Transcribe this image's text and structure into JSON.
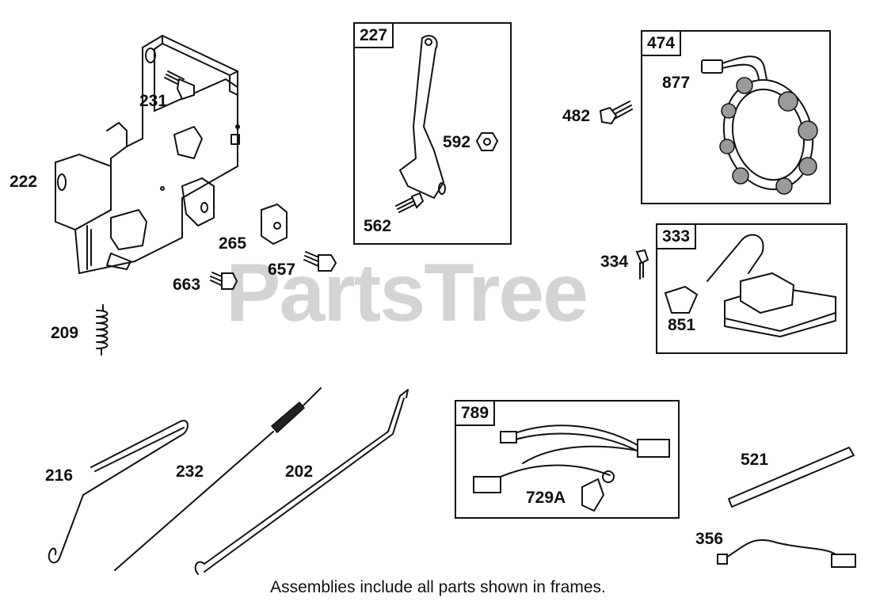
{
  "watermark": "PartsTree",
  "footnote": "Assemblies include all parts shown in frames.",
  "frames": {
    "f227": "227",
    "f474": "474",
    "f333": "333",
    "f789": "789"
  },
  "labels": {
    "p231": "231",
    "p222": "222",
    "p265": "265",
    "p657": "657",
    "p663": "663",
    "p209": "209",
    "p592": "592",
    "p562": "562",
    "p482": "482",
    "p877": "877",
    "p334": "334",
    "p851": "851",
    "p216": "216",
    "p232": "232",
    "p202": "202",
    "p729A": "729A",
    "p521": "521",
    "p356": "356"
  }
}
